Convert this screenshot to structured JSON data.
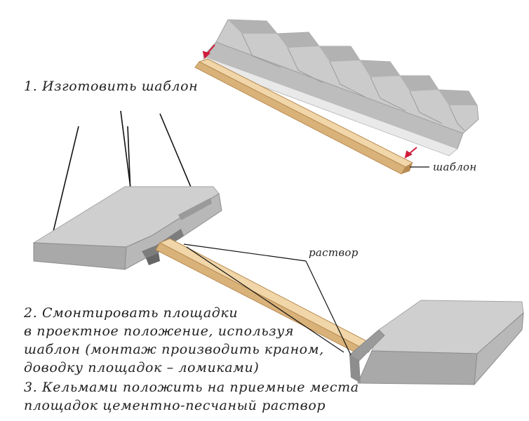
{
  "labels": {
    "step1": "1. Изготовить шаблон",
    "template_callout": "шаблон",
    "mortar_callout": "раствор",
    "step2_line1": "2. Смонтировать площадки",
    "step2_line2": "в проектное положение, используя",
    "step2_line3": "шаблон (монтаж производить краном,",
    "step2_line4": "доводку площадок – ломиками)",
    "step3_line1": "3. Кельмами положить на приемные места",
    "step3_line2": "площадок цементно-песчаный раствор"
  },
  "colors": {
    "concrete_top": "#cfcfcf",
    "concrete_front": "#a9a9a9",
    "concrete_dark": "#8d8d8d",
    "wood_light": "#f0d6a8",
    "wood_mid": "#d9b27a",
    "wood_dark": "#b88b52",
    "arrow": "#d01c3c",
    "line": "#111111",
    "text": "#222222"
  }
}
